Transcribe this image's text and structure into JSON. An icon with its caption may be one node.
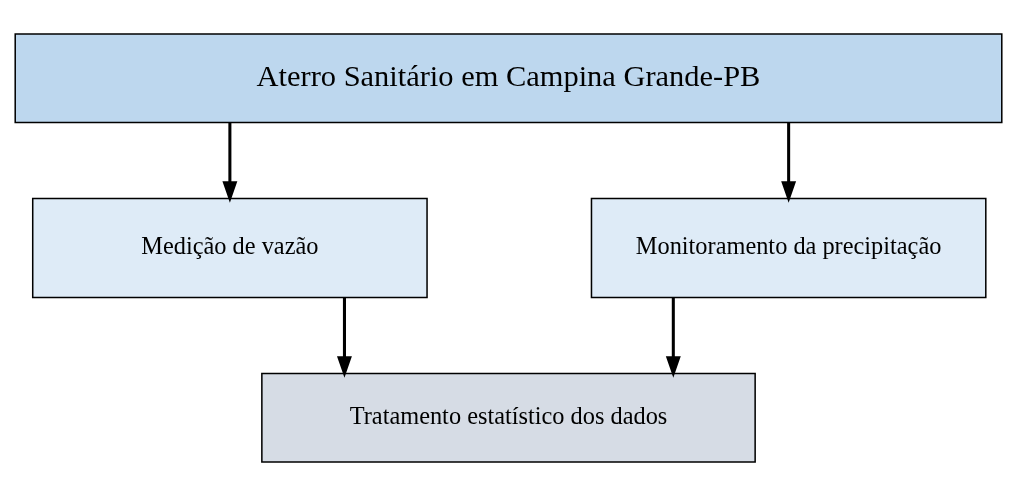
{
  "diagram": {
    "nodes": [
      {
        "text": [
          "Aterro Sanitário em Campina Grande-PB"
        ]
      },
      {
        "text": [
          "Medição de vazão"
        ]
      },
      {
        "text": [
          "Monitoramento da precipitação"
        ]
      },
      {
        "text": [
          "Tratamento estatístico dos dados"
        ]
      }
    ],
    "edges": [
      {
        "from": 0,
        "to": 1,
        "arrow": "to"
      },
      {
        "from": 0,
        "to": 2,
        "arrow": "to"
      },
      {
        "from": 1,
        "to": 3,
        "arrow": "to"
      },
      {
        "from": 2,
        "to": 3,
        "arrow": "to"
      }
    ]
  }
}
